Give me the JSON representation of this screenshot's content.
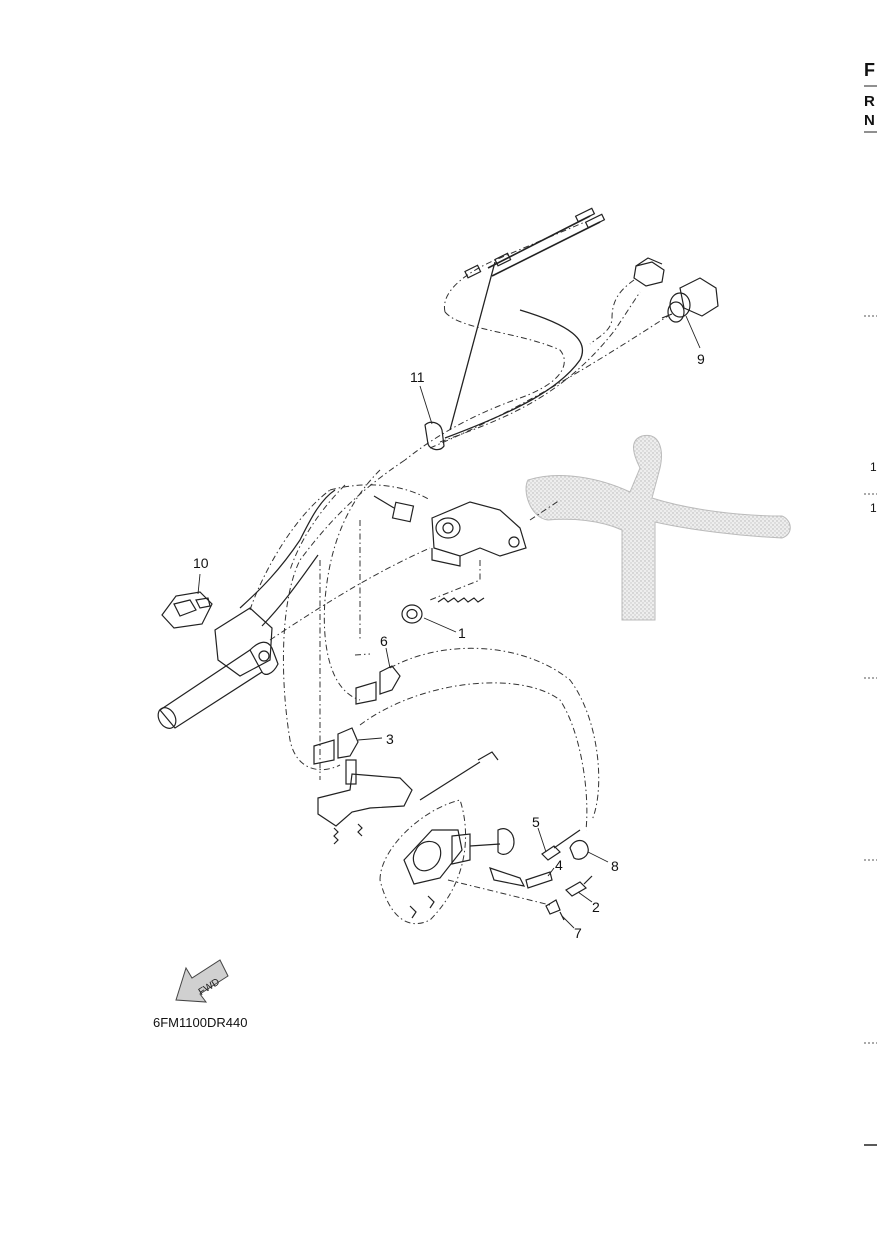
{
  "figure_code": "6FM1100DR440",
  "fwd_label": "FWD",
  "callouts": {
    "c1": "1",
    "c2": "2",
    "c3": "3",
    "c4": "4",
    "c5": "5",
    "c6": "6",
    "c7": "7",
    "c8": "8",
    "c9": "9",
    "c10": "10",
    "c11": "11"
  },
  "edge_text": {
    "f": "F",
    "r": "R",
    "n": "N",
    "one_a": "1",
    "one_b": "1"
  }
}
